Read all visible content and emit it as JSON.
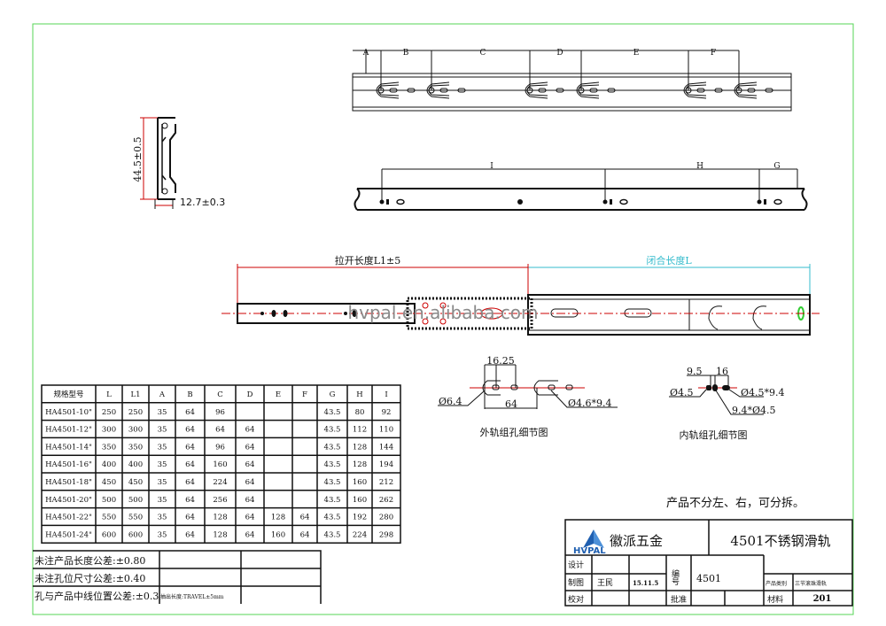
{
  "spec_table": {
    "headers": [
      "规格型号",
      "L",
      "L1",
      "A",
      "B",
      "C",
      "D",
      "E",
      "F",
      "G",
      "H",
      "I"
    ],
    "rows": [
      [
        "HA4501-10\"",
        "250",
        "250",
        "35",
        "64",
        "96",
        "",
        "",
        "",
        "43.5",
        "80",
        "92"
      ],
      [
        "HA4501-12\"",
        "300",
        "300",
        "35",
        "64",
        "64",
        "64",
        "",
        "",
        "43.5",
        "112",
        "110"
      ],
      [
        "HA4501-14\"",
        "350",
        "350",
        "35",
        "64",
        "96",
        "64",
        "",
        "",
        "43.5",
        "128",
        "144"
      ],
      [
        "HA4501-16\"",
        "400",
        "400",
        "35",
        "64",
        "160",
        "64",
        "",
        "",
        "43.5",
        "128",
        "194"
      ],
      [
        "HA4501-18\"",
        "450",
        "450",
        "35",
        "64",
        "224",
        "64",
        "",
        "",
        "43.5",
        "160",
        "212"
      ],
      [
        "HA4501-20\"",
        "500",
        "500",
        "35",
        "64",
        "256",
        "64",
        "",
        "",
        "43.5",
        "160",
        "262"
      ],
      [
        "HA4501-22\"",
        "550",
        "550",
        "35",
        "64",
        "128",
        "64",
        "128",
        "64",
        "43.5",
        "192",
        "280"
      ],
      [
        "HA4501-24\"",
        "600",
        "600",
        "35",
        "64",
        "128",
        "64",
        "160",
        "64",
        "43.5",
        "224",
        "298"
      ]
    ]
  },
  "tolerances": {
    "length": "未注产品长度公差:±0.80",
    "hole": "未注孔位尺寸公差:±0.40",
    "centerline": "孔与产品中线位置公差:±0.3",
    "travel": "抽出长度:TRAVEL±5mm"
  },
  "title_block": {
    "logo_text": "HVPAL",
    "company": "徽派五金",
    "product_title": "4501不锈钢滑轨",
    "design_label": "设计",
    "drawing_label": "制图",
    "drawer": "王民",
    "date": "15.11.5",
    "number_label": "编号",
    "number": "4501",
    "check_label": "校对",
    "approve_label": "批准",
    "category_label": "产品类别",
    "category": "三节滚珠滑轨",
    "material_label": "材料",
    "material": "201"
  },
  "drawing": {
    "top_dims": [
      "A",
      "B",
      "C",
      "D",
      "E",
      "F"
    ],
    "rail2_dims": [
      "I",
      "H",
      "G"
    ],
    "section_height": "44.5±0.5",
    "section_width": "12.7±0.3",
    "extended_length": "拉开长度L1±5",
    "closed_length": "闭合长度L",
    "watermark": "hvpal.en.alibaba.com",
    "outer_detail": {
      "d1": "16.25",
      "d2": "64",
      "hole1": "Ø6.4",
      "hole2": "Ø4.6*9.4",
      "caption": "外轨组孔细节图"
    },
    "inner_detail": {
      "d1": "9.5",
      "d2": "16",
      "hole1": "Ø4.5",
      "hole2": "Ø4.5*9.4",
      "hole3": "9.4*Ø4.5",
      "caption": "内轨组孔细节图"
    },
    "note": "产品不分左、右，可分拆。"
  },
  "colors": {
    "border": "#55d655",
    "dim_red": "#cc0000",
    "dim_cyan": "#33bbcc",
    "logo_blue": "#1f5fb0"
  }
}
